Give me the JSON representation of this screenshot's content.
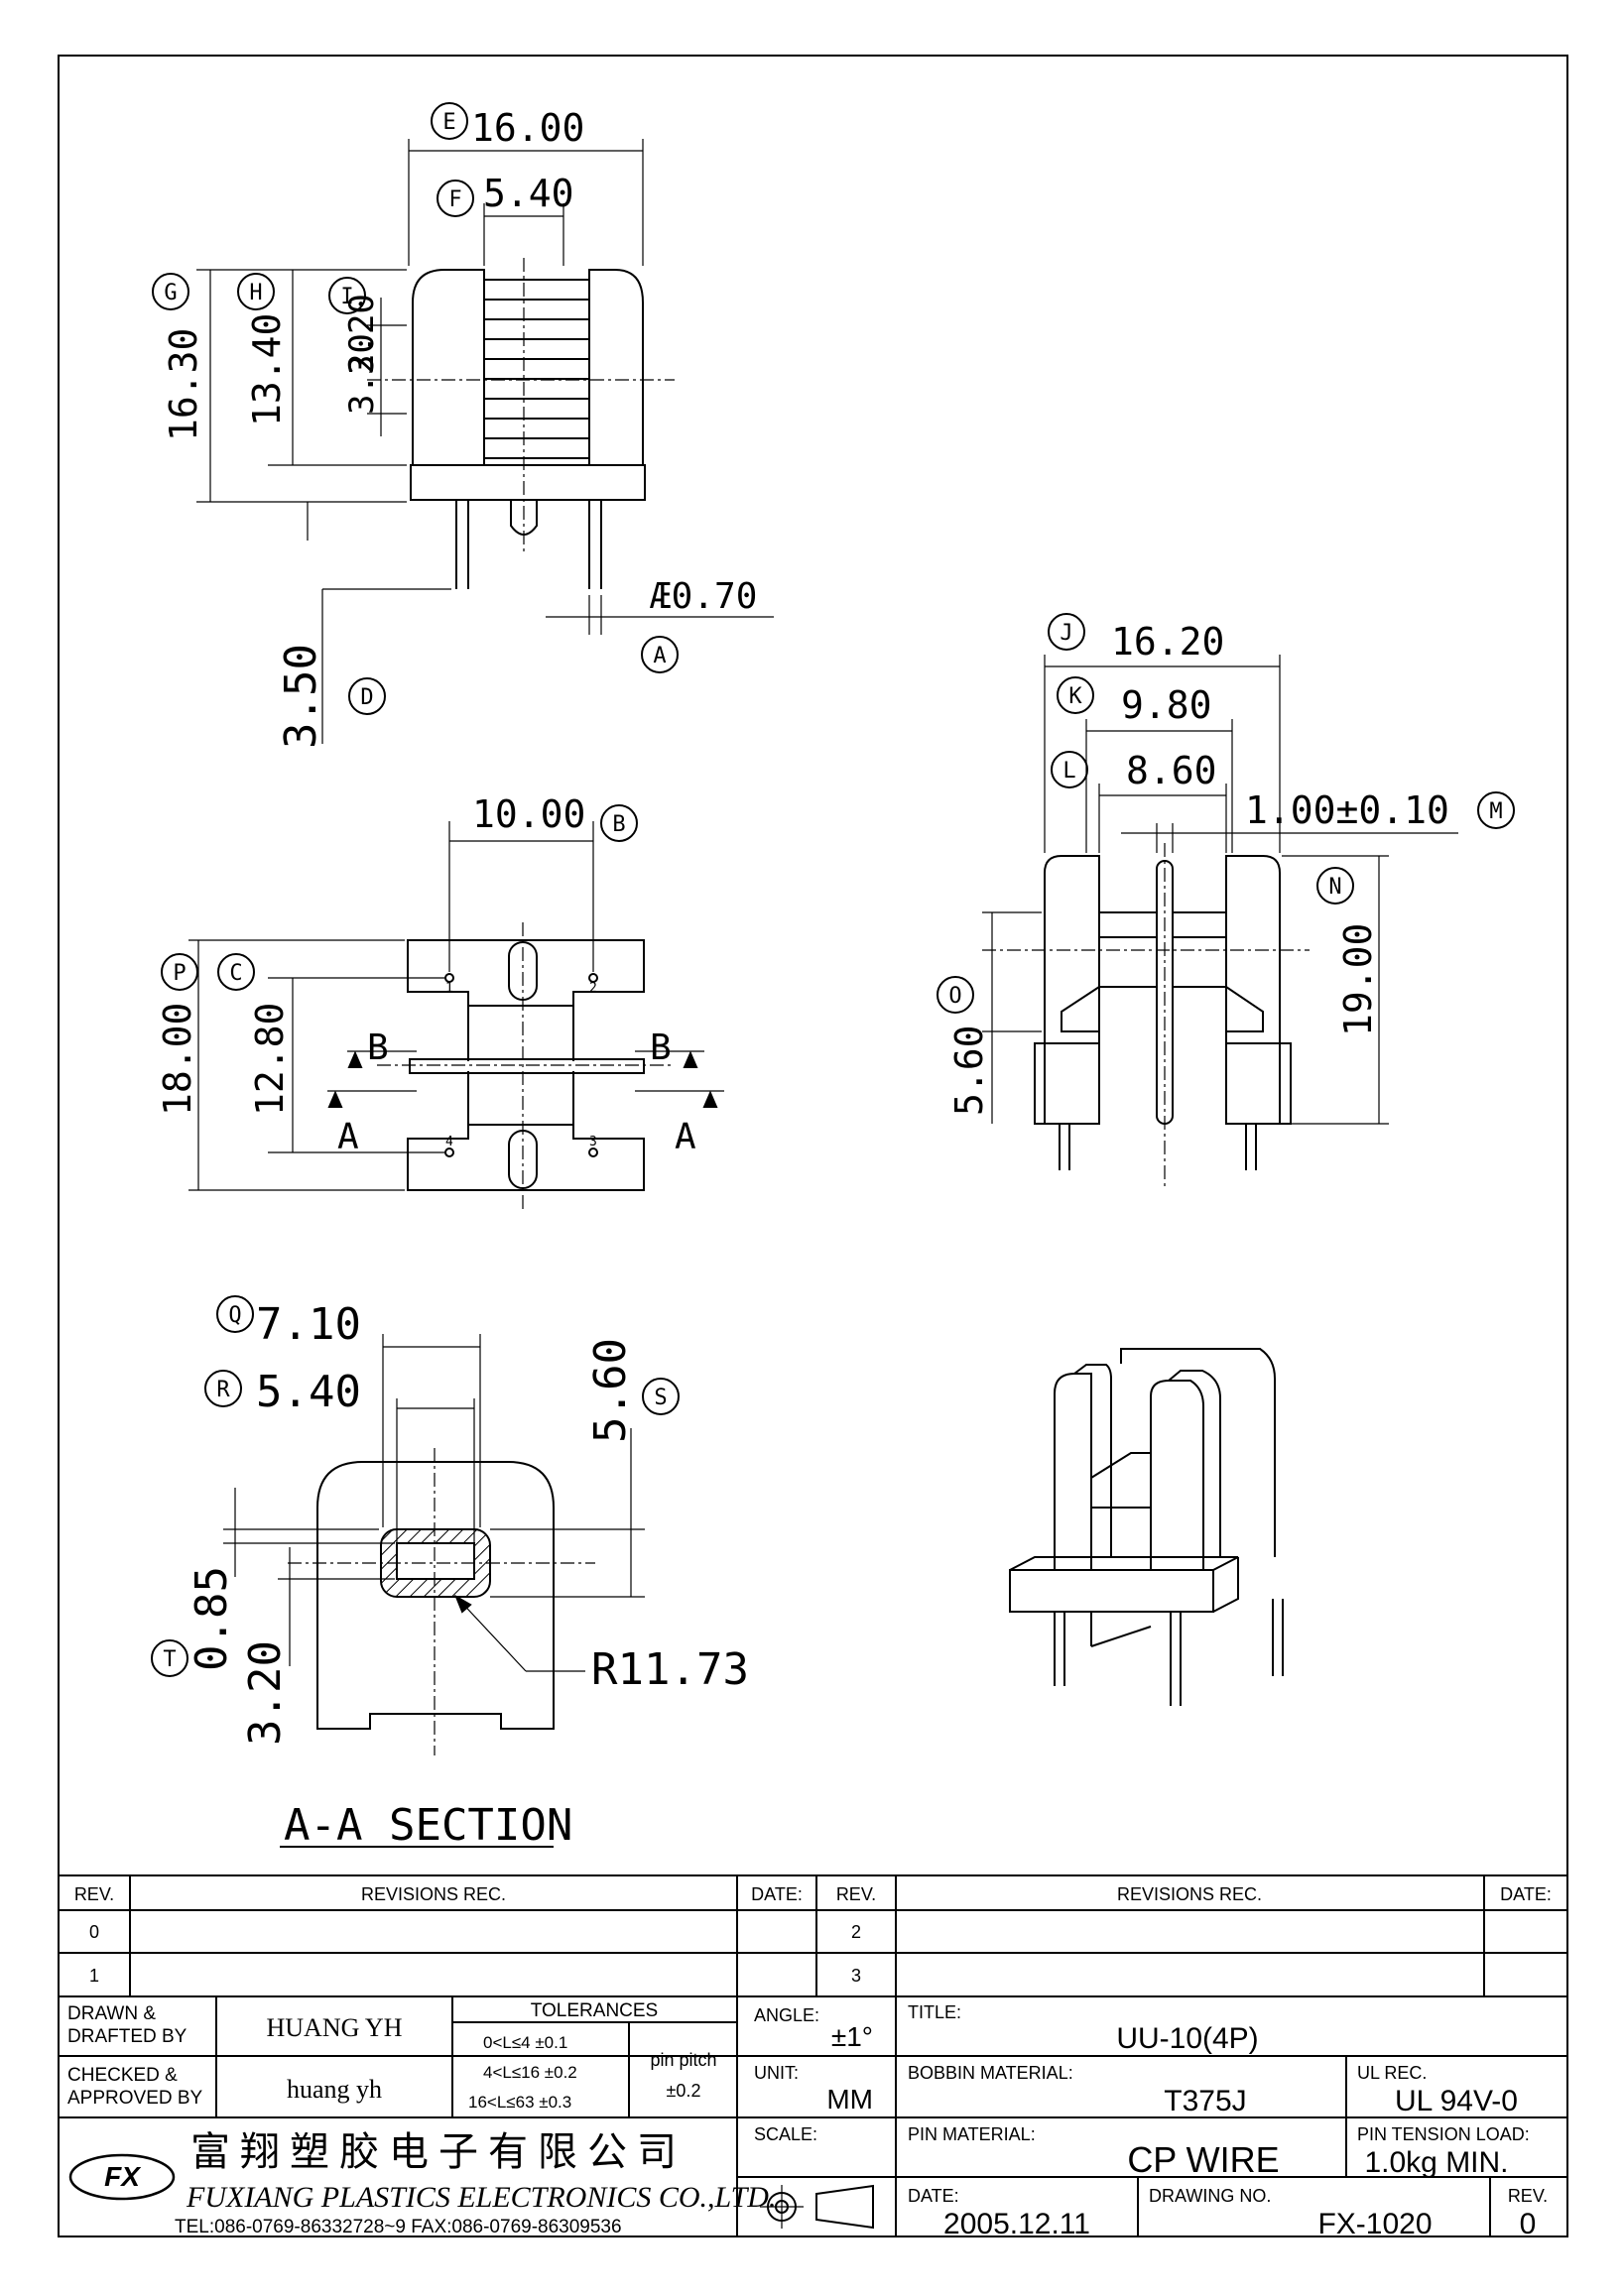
{
  "drawing": {
    "top_view": {
      "e_label": "E",
      "e_value": "16.00",
      "f_label": "F",
      "f_value": "5.40",
      "g_label": "G",
      "g_value": "16.30",
      "h_label": "H",
      "h_value": "13.40",
      "i_label": "I",
      "i_value_a": "3.20",
      "i_value_b": "3.20",
      "pin_dia": "Æ0.70",
      "a_label": "A",
      "d_value": "3.50",
      "d_label": "D"
    },
    "plan_view": {
      "b_value": "10.00",
      "b_label": "B",
      "p_label": "P",
      "p_value": "18.00",
      "c_label": "C",
      "c_value": "12.80",
      "sec_b": "B",
      "sec_a": "A",
      "pin1": "1",
      "pin2": "2",
      "pin3": "3",
      "pin4": "4"
    },
    "side_view": {
      "j_label": "J",
      "j_value": "16.20",
      "k_label": "K",
      "k_value": "9.80",
      "l_label": "L",
      "l_value": "8.60",
      "m_value": "1.00±0.10",
      "m_label": "M",
      "n_label": "N",
      "n_value": "19.00",
      "o_label": "O",
      "o_value": "5.60"
    },
    "section_view": {
      "q_label": "Q",
      "q_value": "7.10",
      "r_label": "R",
      "r_value": "5.40",
      "s_value": "5.60",
      "s_label": "S",
      "t_label": "T",
      "t_value_a": "0.85",
      "t_value_b": "3.20",
      "radius": "R11.73",
      "caption": "A-A SECTION"
    }
  },
  "title_block": {
    "rev_header": "REV.",
    "revisions_header": "REVISIONS   REC.",
    "date_header": "DATE:",
    "rev_rows_left": [
      "0",
      "1"
    ],
    "rev_rows_right": [
      "2",
      "3"
    ],
    "drawn_label": "DRAWN &\nDRAFTED BY",
    "drawn_name": "HUANG YH",
    "checked_label": "CHECKED &\nAPPROVED BY",
    "checked_name": "huang yh",
    "tolerances_header": "TOLERANCES",
    "tol_1": "0<L≤4    ±0.1",
    "tol_2": "4<L≤16  ±0.2",
    "tol_3": "16<L≤63  ±0.3",
    "pin_pitch_label": "pin pitch",
    "pin_pitch_value": "±0.2",
    "angle_label": "ANGLE:",
    "angle_value": "±1°",
    "unit_label": "UNIT:",
    "unit_value": "MM",
    "scale_label": "SCALE:",
    "title_label": "TITLE:",
    "title_value": "UU-10(4P)",
    "bobbin_label": "BOBBIN MATERIAL:",
    "bobbin_value": "T375J",
    "ul_label": "UL REC.",
    "ul_value": "UL 94V-0",
    "pin_mat_label": "PIN MATERIAL:",
    "pin_mat_value": "CP WIRE",
    "tension_label": "PIN TENSION LOAD:",
    "tension_value": "1.0kg MIN.",
    "date_label": "DATE:",
    "date_value": "2005.12.11",
    "drawing_no_label": "DRAWING NO.",
    "drawing_no_value": "FX-1020",
    "rev_label": "REV.",
    "rev_value": "0",
    "company_cn": "富 翔 塑 胶 电 子 有 限 公 司",
    "company_en": "FUXIANG PLASTICS ELECTRONICS CO.,LTD.",
    "company_contact": "TEL:086-0769-86332728~9  FAX:086-0769-86309536",
    "logo_text": "FX"
  }
}
